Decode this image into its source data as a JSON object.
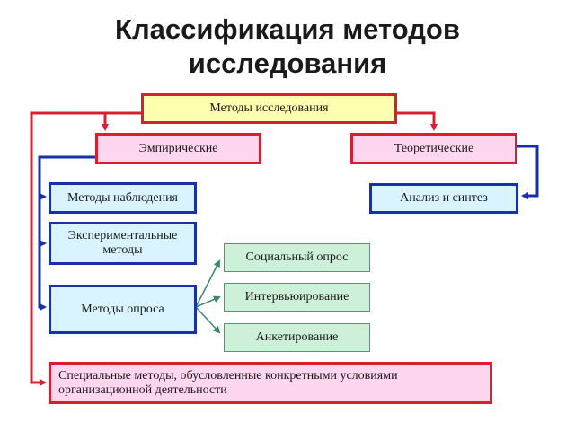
{
  "title": {
    "line1": "Классификация методов",
    "line2": "исследования"
  },
  "nodes": {
    "root": "Методы исследования",
    "empirical": "Эмпирические",
    "theoretical": "Теоретические",
    "observation": "Методы наблюдения",
    "experimental": "Экспериментальные методы",
    "survey": "Методы опроса",
    "analysis": "Анализ и синтез",
    "social_poll": "Социальный опрос",
    "interview": "Интервьюирование",
    "questionnaire": "Анкетирование",
    "special": "Специальные методы, обусловленные конкретными условиями организационной деятельности"
  },
  "colors": {
    "red": "#d42030",
    "blue": "#1830a8",
    "green": "#3a8a6a",
    "yellow_fill": "#ffffb0",
    "pink_fill": "#ffd6f0",
    "lightblue_fill": "#d9f4ff",
    "green_fill": "#cdf0d8"
  }
}
